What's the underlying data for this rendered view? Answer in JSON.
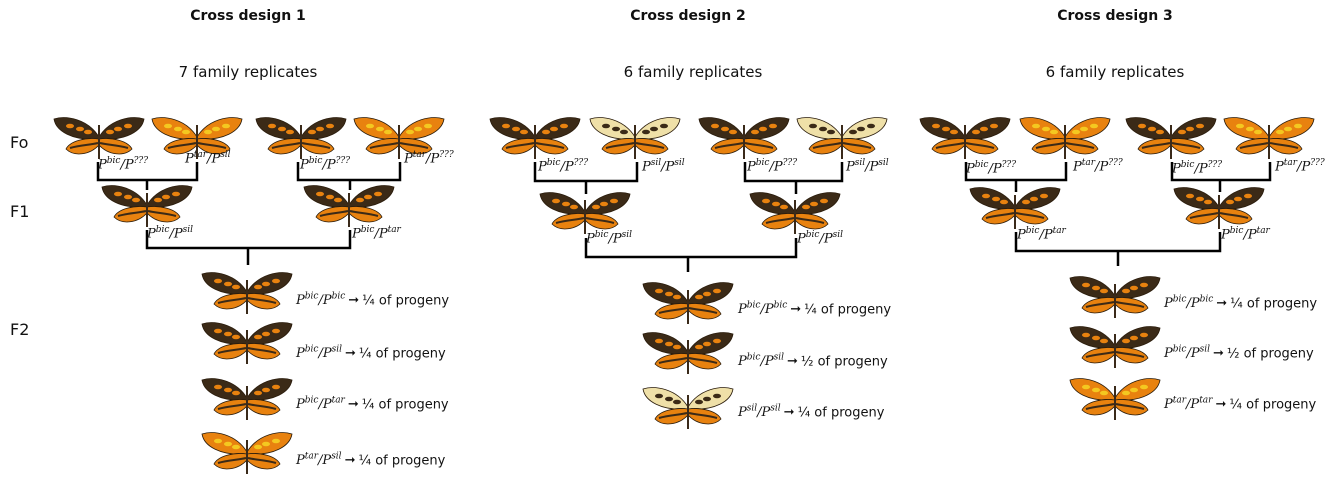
{
  "designs": [
    {
      "title": "Cross design 1",
      "replicates": "7 family replicates",
      "f0": [
        {
          "left": "P",
          "lsup": "bic",
          "right": "P",
          "rsup": "???"
        },
        {
          "left": "P",
          "lsup": "tar",
          "right": "P",
          "rsup": "sil"
        },
        {
          "left": "P",
          "lsup": "bic",
          "right": "P",
          "rsup": "???"
        },
        {
          "left": "P",
          "lsup": "tar",
          "right": "P",
          "rsup": "???"
        }
      ],
      "f1": [
        {
          "left": "P",
          "lsup": "bic",
          "right": "P",
          "rsup": "sil"
        },
        {
          "left": "P",
          "lsup": "bic",
          "right": "P",
          "rsup": "tar"
        }
      ],
      "f2": [
        {
          "a": "bic",
          "b": "bic",
          "frac": "¼ of progeny"
        },
        {
          "a": "bic",
          "b": "sil",
          "frac": "¼ of progeny"
        },
        {
          "a": "bic",
          "b": "tar",
          "frac": "¼ of progeny"
        },
        {
          "a": "tar",
          "b": "sil",
          "frac": "¼ of progeny"
        }
      ]
    },
    {
      "title": "Cross design 2",
      "replicates": "6 family replicates",
      "f0": [
        {
          "left": "P",
          "lsup": "bic",
          "right": "P",
          "rsup": "???"
        },
        {
          "left": "P",
          "lsup": "sil",
          "right": "P",
          "rsup": "sil"
        },
        {
          "left": "P",
          "lsup": "bic",
          "right": "P",
          "rsup": "???"
        },
        {
          "left": "P",
          "lsup": "sil",
          "right": "P",
          "rsup": "sil"
        }
      ],
      "f1": [
        {
          "left": "P",
          "lsup": "bic",
          "right": "P",
          "rsup": "sil"
        },
        {
          "left": "P",
          "lsup": "bic",
          "right": "P",
          "rsup": "sil"
        }
      ],
      "f2": [
        {
          "a": "bic",
          "b": "bic",
          "frac": "¼ of progeny"
        },
        {
          "a": "bic",
          "b": "sil",
          "frac": "½ of progeny"
        },
        {
          "a": "sil",
          "b": "sil",
          "frac": "¼ of progeny"
        }
      ]
    },
    {
      "title": "Cross design 3",
      "replicates": "6 family replicates",
      "f0": [
        {
          "left": "P",
          "lsup": "bic",
          "right": "P",
          "rsup": "???"
        },
        {
          "left": "P",
          "lsup": "tar",
          "right": "P",
          "rsup": "???"
        },
        {
          "left": "P",
          "lsup": "bic",
          "right": "P",
          "rsup": "???"
        },
        {
          "left": "P",
          "lsup": "tar",
          "right": "P",
          "rsup": "???"
        }
      ],
      "f1": [
        {
          "left": "P",
          "lsup": "bic",
          "right": "P",
          "rsup": "tar"
        },
        {
          "left": "P",
          "lsup": "bic",
          "right": "P",
          "rsup": "tar"
        }
      ],
      "f2": [
        {
          "a": "bic",
          "b": "bic",
          "frac": "¼ of progeny"
        },
        {
          "a": "bic",
          "b": "sil",
          "frac": "½ of progeny"
        },
        {
          "a": "tar",
          "b": "tar",
          "frac": "¼ of progeny"
        }
      ]
    }
  ],
  "generations": {
    "f0": "Fo",
    "f1": "F1",
    "f2": "F2"
  },
  "colors": {
    "dark_wing": "#3b2a17",
    "orange": "#e8820f",
    "yellow": "#f4c820",
    "pale": "#efe0a8",
    "line": "#000000"
  }
}
